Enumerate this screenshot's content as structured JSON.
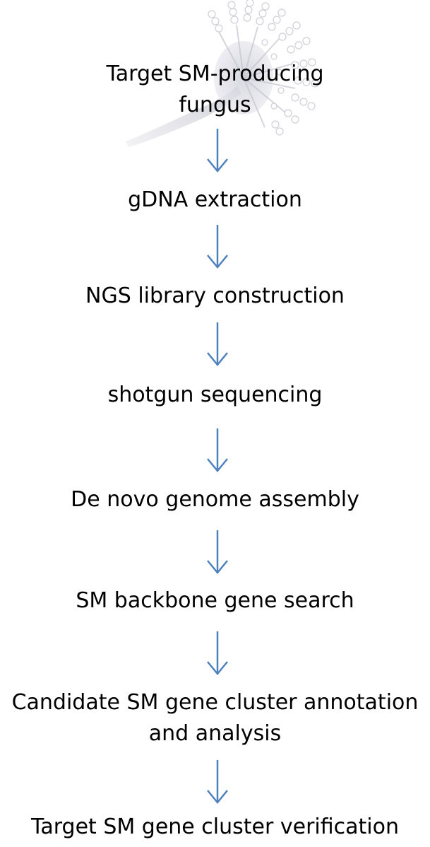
{
  "diagram": {
    "type": "flowchart",
    "direction": "top-to-bottom",
    "arrow_color": "#4f81bd",
    "illustration": "fungus-conidiophore-icon",
    "steps": [
      {
        "label_line1": "Target SM-producing",
        "label_line2": "fungus"
      },
      {
        "label_line1": "gDNA extraction"
      },
      {
        "label_line1": "NGS library construction"
      },
      {
        "label_line1": "shotgun sequencing"
      },
      {
        "label_line1": "De novo genome assembly"
      },
      {
        "label_line1": "SM backbone gene search"
      },
      {
        "label_line1": "Candidate SM gene cluster annotation",
        "label_line2": "and analysis"
      },
      {
        "label_line1": "Target SM gene cluster verification"
      }
    ],
    "edges": [
      {
        "from": 0,
        "to": 1
      },
      {
        "from": 1,
        "to": 2
      },
      {
        "from": 2,
        "to": 3
      },
      {
        "from": 3,
        "to": 4
      },
      {
        "from": 4,
        "to": 5
      },
      {
        "from": 5,
        "to": 6
      },
      {
        "from": 6,
        "to": 7
      }
    ]
  }
}
